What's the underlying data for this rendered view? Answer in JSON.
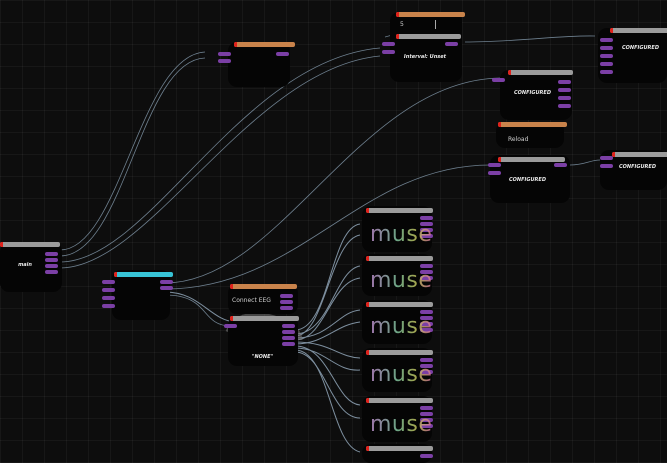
{
  "nodes": {
    "main": {
      "title": "main"
    },
    "interval": {
      "title": "Interval: Unset",
      "field_value": "5"
    },
    "configured_top_right": {
      "title": "CONFIGURED"
    },
    "configured_mid": {
      "title": "CONFIGURED"
    },
    "reload": {
      "label": "Reload"
    },
    "configured_left": {
      "title": "CONFIGURED"
    },
    "configured_right": {
      "title": "CONFIGURED"
    },
    "connect_eeg": {
      "label": "Connect EEG"
    },
    "none_node": {
      "title": "\"NONE\""
    }
  },
  "muse_logo_text": "muse",
  "colors": {
    "background": "#0d0d0d",
    "wire": "#8fa7bb",
    "port": "#7b3fa5",
    "header_orange": "#c9834b",
    "header_cyan": "#37c3d6",
    "muse_gradient_start": "#b888c8",
    "muse_gradient_end": "#d06e9a"
  }
}
